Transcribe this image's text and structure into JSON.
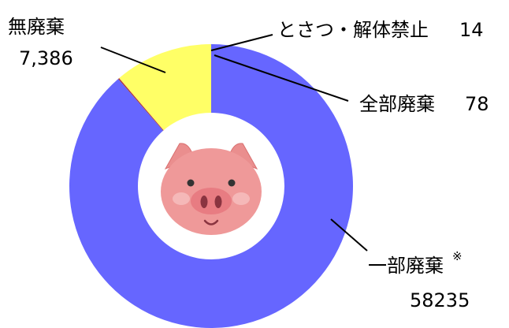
{
  "chart_data": {
    "type": "pie",
    "variant": "donut",
    "categories": [
      "無廃棄",
      "とさつ・解体禁止",
      "全部廃棄",
      "一部廃棄"
    ],
    "values": [
      7386,
      14,
      78,
      58235
    ],
    "colors": [
      "#ffff66",
      "#e8464a",
      "#a83232",
      "#6666ff"
    ],
    "labels": {
      "none": {
        "name": "無廃棄",
        "value": "7,386"
      },
      "ban": {
        "name": "とさつ・解体禁止",
        "value": "14"
      },
      "whole": {
        "name": "全部廃棄",
        "value": "78"
      },
      "partial": {
        "name": "一部廃棄",
        "mark": "※",
        "value": "58235"
      }
    },
    "center_icon": "pig-face-icon",
    "background": "#ffffff"
  }
}
